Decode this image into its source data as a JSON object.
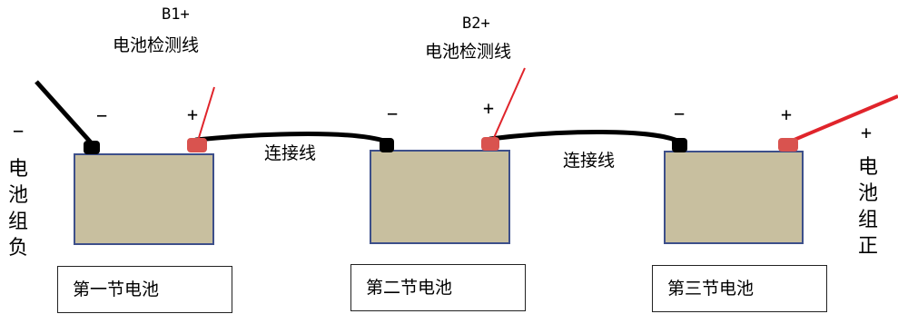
{
  "probes": [
    {
      "tag": "B1+",
      "label": "电池检测线"
    },
    {
      "tag": "B2+",
      "label": "电池检测线"
    }
  ],
  "signs": {
    "minus": "−",
    "plus": "+"
  },
  "connector_label": "连接线",
  "pack_negative": "电池组负",
  "pack_positive": "电池组正",
  "batteries": [
    {
      "name": "第一节电池"
    },
    {
      "name": "第二节电池"
    },
    {
      "name": "第三节电池"
    }
  ],
  "colors": {
    "battery_fill": "#c8bf9f",
    "battery_border": "#3d4f8a",
    "neg_terminal": "#000000",
    "pos_terminal": "#d9534f",
    "wire": "#000000",
    "probe_wire": "#e0242b"
  }
}
